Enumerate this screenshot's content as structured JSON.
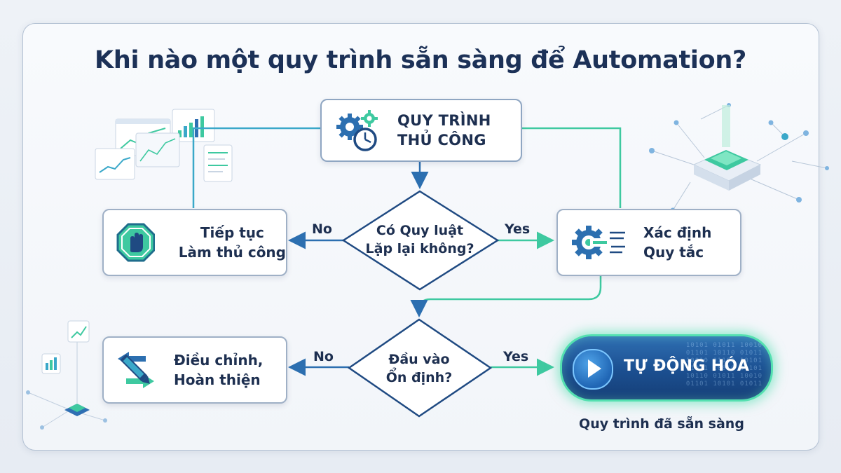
{
  "title": "Khi nào một quy trình sẵn sàng để Automation?",
  "nodes": {
    "manual_process": {
      "line1": "QUY TRÌNH",
      "line2": "THỦ CÔNG",
      "icon": "gears-clock-icon"
    },
    "continue_manual": {
      "line1": "Tiếp tục",
      "line2": "Làm thủ công",
      "icon": "stop-hand-icon"
    },
    "define_rules": {
      "line1": "Xác định",
      "line2": "Quy tắc",
      "icon": "gear-list-icon"
    },
    "adjust_refine": {
      "line1": "Điều chỉnh,",
      "line2": "Hoàn thiện",
      "icon": "pen-arrows-icon"
    }
  },
  "decisions": {
    "repeat_rule": {
      "line1": "Có Quy luật",
      "line2": "Lặp lại không?"
    },
    "stable_input": {
      "line1": "Đầu vào",
      "line2": "Ổn định?"
    }
  },
  "edges": {
    "no1": "No",
    "yes1": "Yes",
    "no2": "No",
    "yes2": "Yes"
  },
  "automation": {
    "label": "TỰ ĐỘNG HÓA",
    "icon": "play-icon",
    "caption": "Quy trình đã sẵn sàng"
  },
  "colors": {
    "navy": "#1c3157",
    "teal": "#3ec9a0",
    "blue": "#2f6fb3",
    "node_border": "#9fb0c6"
  }
}
